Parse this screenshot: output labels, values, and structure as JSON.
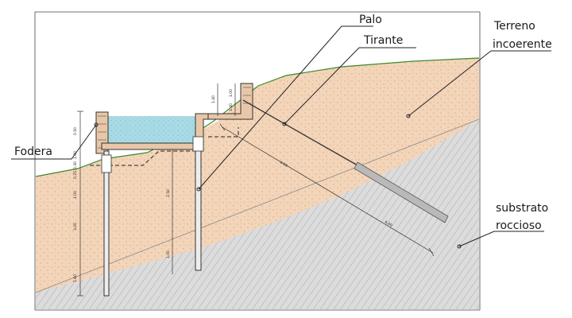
{
  "labels": {
    "palo": "Palo",
    "tirante": "Tirante",
    "terreno_line1": "Terreno",
    "terreno_line2": "incoerente",
    "fodera": "Fodera",
    "substrato_line1": "substrato",
    "substrato_line2": "roccioso"
  },
  "dimensions": {
    "left_top": "0.50",
    "left_wall": "1.00",
    "left_mid1": "0.30",
    "left_mid2": "0.25",
    "left_pile1": "1.00",
    "left_pile2": "3.00",
    "left_pile3": "1.60",
    "mid_pile1": "2.50",
    "mid_pile2": "1.00",
    "top_wall": "1.40",
    "top_small1": "1.00",
    "top_small2": "1.40",
    "tie_len1": "6.50",
    "tie_len2": "6.00"
  },
  "colors": {
    "sand": "#f0cfb0",
    "rock": "#d9d9d9",
    "water": "#a9dbe6",
    "grass_line": "#3a8a2a",
    "concrete": "#e8c7a8"
  }
}
